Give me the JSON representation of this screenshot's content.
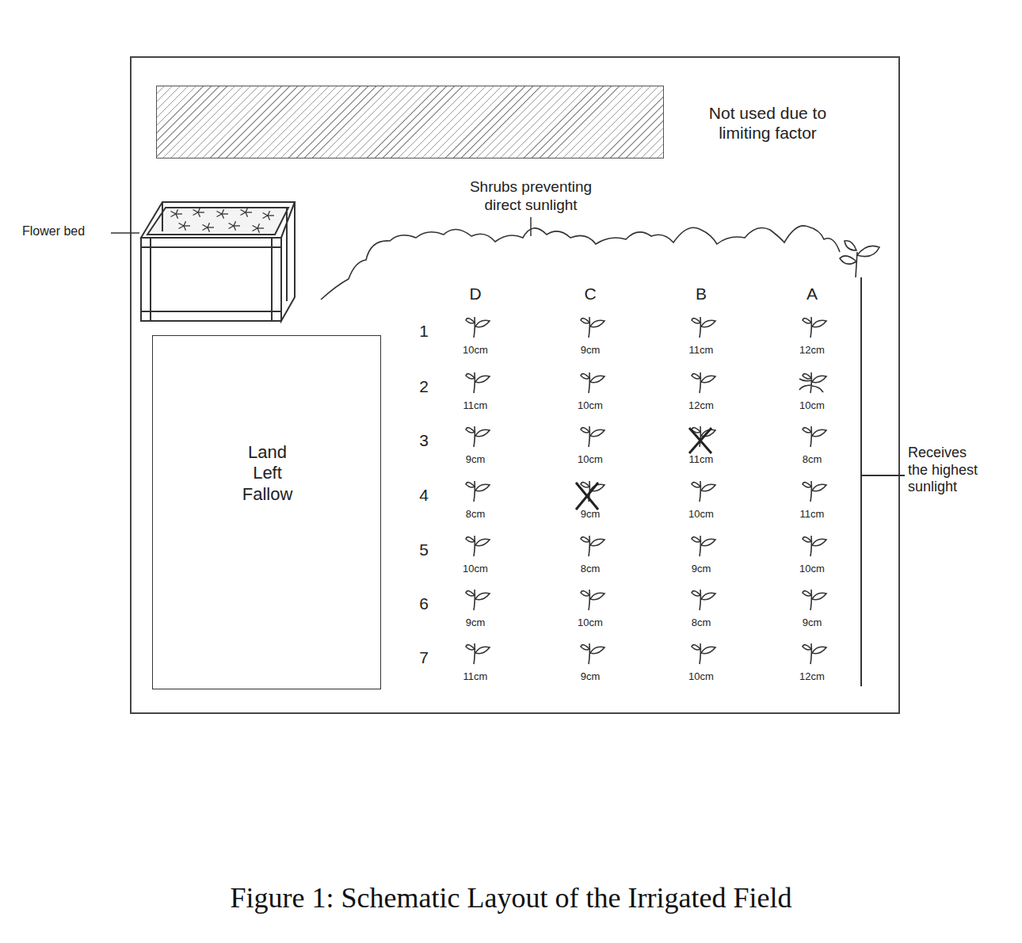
{
  "diagram": {
    "caption": "Figure 1: Schematic Layout of the Irrigated Field",
    "nodes": [
      {
        "text": [
          "Not used due to limiting factor"
        ]
      },
      {
        "text": [
          "Land Left Fallow"
        ]
      }
    ],
    "labels": [
      "Flower bed",
      "Shrubs preventing direct sunlight",
      "D",
      "C",
      "B",
      "A",
      "1",
      "10cm",
      "9cm",
      "11cm",
      "12cm",
      "2",
      "11cm",
      "10cm",
      "12cm",
      "10cm",
      "3",
      "9cm",
      "10cm",
      "11cm",
      "8cm",
      "4",
      "8cm",
      "9cm",
      "10cm",
      "11cm",
      "5",
      "10cm",
      "8cm",
      "9cm",
      "10cm",
      "6",
      "9cm",
      "10cm",
      "8cm",
      "9cm",
      "7",
      "11cm",
      "9cm",
      "10cm",
      "12cm",
      "Receives the highest sunlight"
    ]
  }
}
